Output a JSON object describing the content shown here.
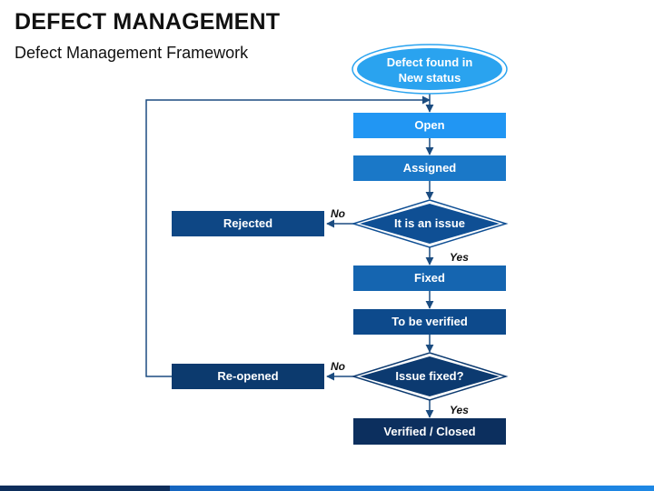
{
  "header": {
    "title": "DEFECT MANAGEMENT",
    "subtitle": "Defect Management Framework"
  },
  "nodes": {
    "start": {
      "line1": "Defect found in",
      "line2": "New status"
    },
    "open": "Open",
    "assigned": "Assigned",
    "decision_issue": "It is an issue",
    "rejected": "Rejected",
    "fixed": "Fixed",
    "to_be_verified": "To be verified",
    "decision_fixed": "Issue fixed?",
    "reopened": "Re-opened",
    "verified_closed": "Verified / Closed"
  },
  "branches": {
    "issue_no": "No",
    "issue_yes": "Yes",
    "fixed_no": "No",
    "fixed_yes": "Yes"
  },
  "colors": {
    "ellipse_fill": "#2aa3ef",
    "ellipse_stroke": "#1c7fd0",
    "open": "#2196f3",
    "assigned": "#1a78c8",
    "fixed": "#1565b0",
    "to_be_verified": "#0d4a8c",
    "verified_closed": "#0c2f5e",
    "rejected": "#0e4785",
    "reopened": "#0c3a6e",
    "decision1": "#0f4f94",
    "decision2": "#0c3a70",
    "connector": "#1b4c80"
  }
}
